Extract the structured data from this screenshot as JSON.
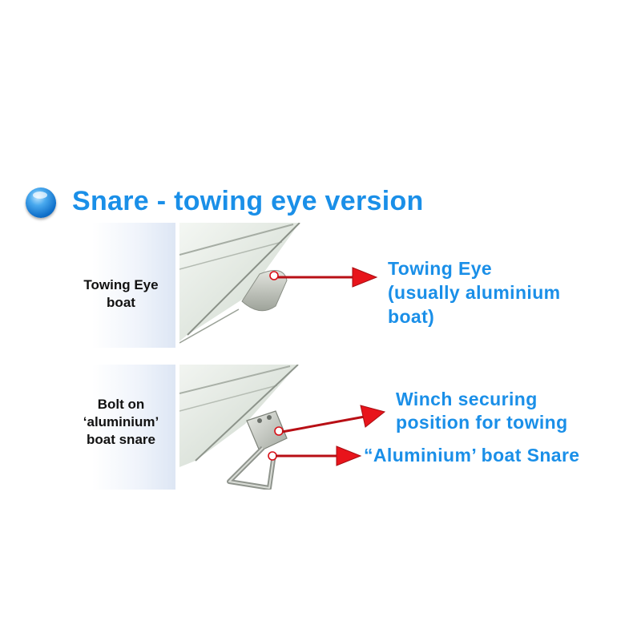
{
  "title": "Snare - towing eye version",
  "rows": [
    {
      "label": "Towing Eye\nboat"
    },
    {
      "label": "Bolt on\n‘aluminium’\nboat snare"
    }
  ],
  "callouts": [
    {
      "text": "Towing Eye\n(usually aluminium\nboat)"
    },
    {
      "text": "Winch securing\nposition for towing"
    },
    {
      "text": "“Aluminium’ boat Snare"
    }
  ],
  "colors": {
    "title": "#1a8fe8",
    "arrow": "#e8141b",
    "bullet": "#1f86de"
  },
  "icons": {
    "bullet": "blue-sphere-bullet-icon"
  }
}
